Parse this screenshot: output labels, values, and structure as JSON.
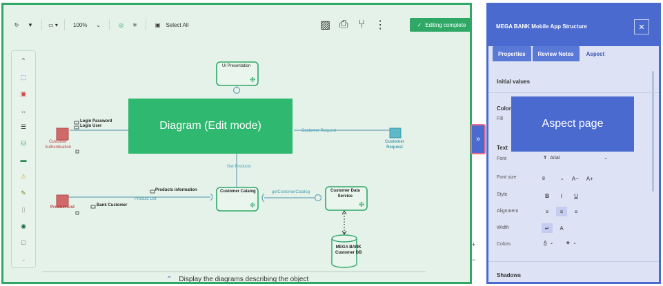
{
  "toolbar": {
    "zoom": "100%",
    "select_all": "Select All",
    "editing_complete": "Editing complete"
  },
  "overlays": {
    "diagram": "Diagram (Edit mode)",
    "aspect": "Aspect page"
  },
  "diagram": {
    "ui_presentation": "UI Presentation",
    "customer_authentication": "Customer\nAuthentication",
    "login_password": "Login Password",
    "login_user": "Login User",
    "customer_request_flow": "Customer Request",
    "customer_request": "Customer\nRequest",
    "get_products": "Get Products",
    "customer_catalog": "Customer Catalog",
    "customer_data_service": "Customer Data\nService",
    "get_customer_catalog": "getCustomerCatalog",
    "products_information": "Products information",
    "product_list_flow": "Product List",
    "product_list": "Product List",
    "bank_customer": "Bank Customer",
    "mega_bank_db": "MEGA BANK\nCustomer DB"
  },
  "bottom": {
    "display_text": "Display the diagrams describing the object"
  },
  "panel": {
    "title": "MEGA BANK Mobile App Structure",
    "tabs": [
      "Properties",
      "Review Notes",
      "Aspect"
    ],
    "initial_values": "Initial values",
    "color_section": "Color",
    "fill": "Fill",
    "text_section": "Text",
    "font_label": "Font",
    "font_value": "Arial",
    "font_size_label": "Font size",
    "font_size_value": "8",
    "style_label": "Style",
    "alignment_label": "Alignment",
    "width_label": "Width",
    "colors_label": "Colors",
    "shadows": "Shadows"
  },
  "colors": {
    "edit_green": "#2fa866",
    "aspect_blue": "#4a6ad0",
    "canvas_bg": "#e4f2ea",
    "panel_bg": "#dde3f4"
  }
}
